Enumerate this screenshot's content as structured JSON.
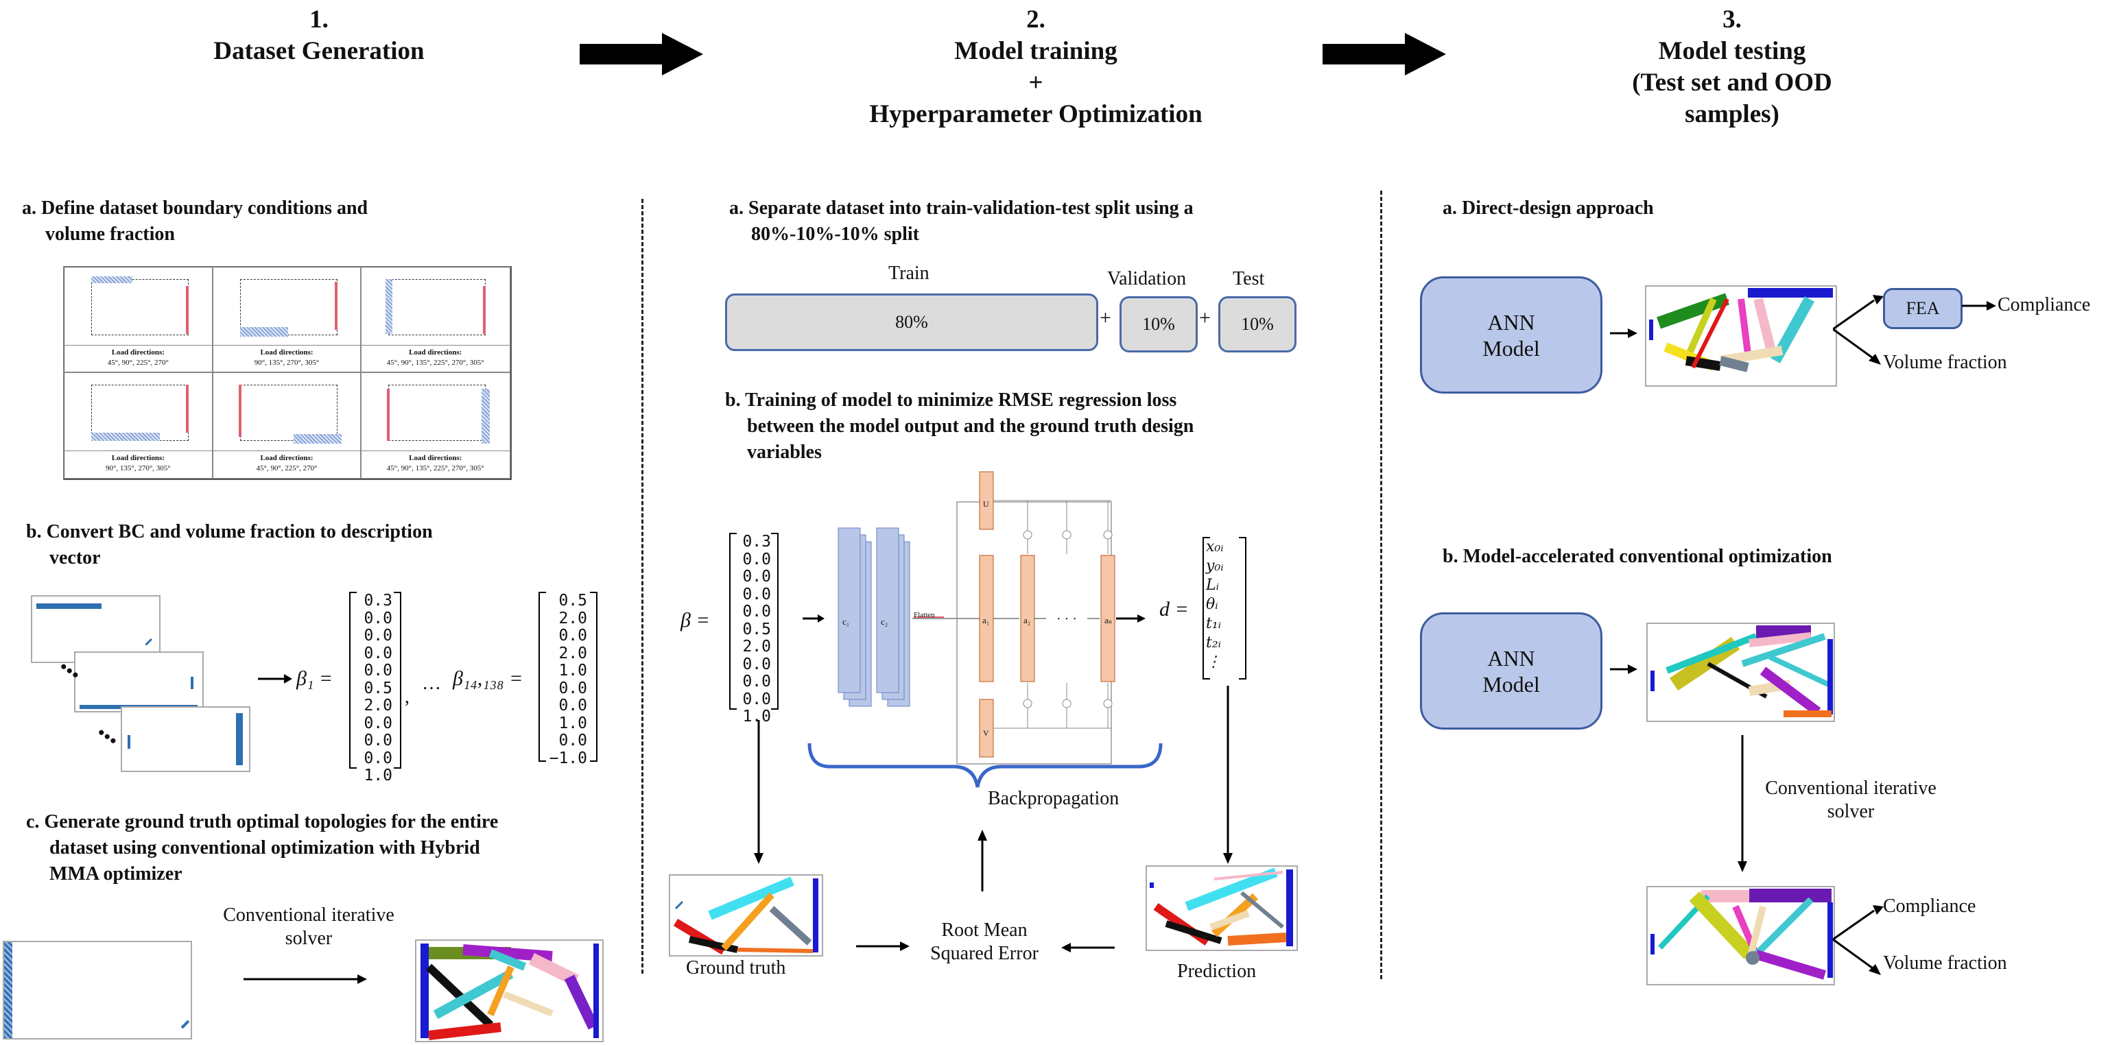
{
  "headers": {
    "step1": {
      "num": "1.",
      "title": "Dataset Generation"
    },
    "step2": {
      "num": "2.",
      "line1": "Model training",
      "line2": "+",
      "line3": "Hyperparameter Optimization"
    },
    "step3": {
      "num": "3.",
      "line1": "Model testing",
      "line2": "(Test set and OOD",
      "line3": "samples)"
    }
  },
  "col1": {
    "a_line1": "a. Define dataset boundary conditions and",
    "a_line2": "volume fraction",
    "bc_cells": [
      {
        "title": "Load directions:",
        "values": "45°, 90°, 225°, 270°"
      },
      {
        "title": "Load directions:",
        "values": "90°, 135°, 270°, 305°"
      },
      {
        "title": "Load directions:",
        "values": "45°, 90°, 135°, 225°, 270°, 305°"
      },
      {
        "title": "Load directions:",
        "values": "90°, 135°, 270°, 305°"
      },
      {
        "title": "Load directions:",
        "values": "45°, 90°, 225°, 270°"
      },
      {
        "title": "Load directions:",
        "values": "45°, 90°, 135°, 225°, 270°, 305°"
      }
    ],
    "b_line1": "b. Convert BC and volume fraction to description",
    "b_line2": "vector",
    "beta1_label": "β₁ =",
    "beta_n_label": "β₁₄,₁₃₈ =",
    "ellipsis": "…",
    "beta1_values": [
      "0.3",
      "0.0",
      "0.0",
      "0.0",
      "0.0",
      "0.5",
      "2.0",
      "0.0",
      "0.0",
      "0.0",
      "1.0"
    ],
    "beta_n_values": [
      "0.5",
      "2.0",
      "0.0",
      "2.0",
      "1.0",
      "0.0",
      "0.0",
      "1.0",
      "0.0",
      "−1.0"
    ],
    "c_line1": "c. Generate ground truth optimal topologies for the entire",
    "c_line2": "dataset using conventional optimization with Hybrid",
    "c_line3": "MMA optimizer",
    "solver_line1": "Conventional iterative",
    "solver_line2": "solver"
  },
  "col2": {
    "a_line1": "a. Separate dataset into train-validation-test split using a",
    "a_line2": "80%-10%-10% split",
    "train_label": "Train",
    "train_value": "80%",
    "val_label": "Validation",
    "val_value": "10%",
    "test_label": "Test",
    "test_value": "10%",
    "plus": "+",
    "b_line1": "b. Training of model to minimize RMSE regression loss",
    "b_line2": "between the model output and the ground truth design",
    "b_line3": "variables",
    "beta_label": "β =",
    "beta_values": [
      "0.3",
      "0.0",
      "0.0",
      "0.0",
      "0.0",
      "0.5",
      "2.0",
      "0.0",
      "0.0",
      "0.0",
      "1.0"
    ],
    "d_label": "d =",
    "d_values": [
      "x₀ᵢ",
      "y₀ᵢ",
      "Lᵢ",
      "θᵢ",
      "t₁ᵢ",
      "t₂ᵢ",
      "⋮"
    ],
    "conv1": "c₁",
    "conv2": "c₂",
    "flatten": "Flatten",
    "u_label": "U",
    "v_label": "V",
    "a1": "a₁",
    "a2": "a₂",
    "an": "aₙ",
    "dots": "· · ·",
    "backprop": "Backpropagation",
    "ground_truth": "Ground truth",
    "rmse_line1": "Root Mean",
    "rmse_line2": "Squared Error",
    "prediction": "Prediction"
  },
  "col3": {
    "a_title": "a. Direct-design approach",
    "ann_line1": "ANN",
    "ann_line2": "Model",
    "fea": "FEA",
    "compliance": "Compliance",
    "volume_fraction": "Volume fraction",
    "b_title": "b. Model-accelerated conventional optimization",
    "solver_line1": "Conventional iterative",
    "solver_line2": "solver"
  },
  "colors": {
    "ann_fill": "#b9c8ea",
    "ann_border": "#3d5c9e",
    "conv_fill": "#b8c6e8",
    "dense_fill": "#f5c6a8",
    "bc_hatch": "#8aa4d8",
    "bc_load": "#e06070",
    "split_fill": "#dcdcdc"
  }
}
